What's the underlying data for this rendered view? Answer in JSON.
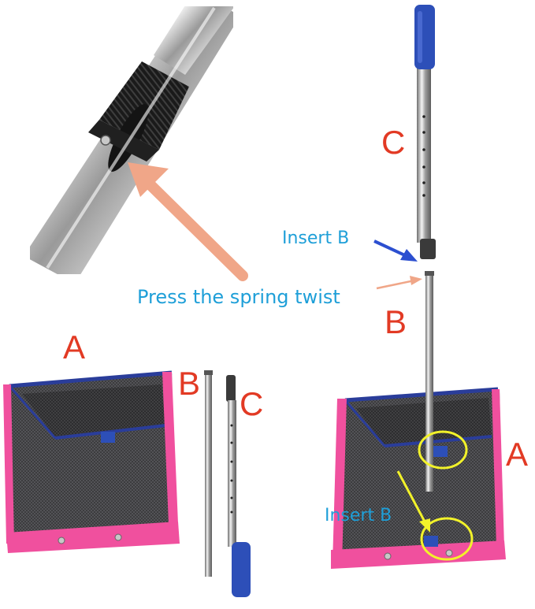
{
  "colors": {
    "label_red": "#e23a24",
    "label_blue": "#1e9fd8",
    "frame_pink": "#f0509e",
    "frame_blue": "#2a3d9a",
    "grip_blue": "#2d4fb8",
    "callout_yellow": "#f2f22a",
    "arrow_salmon": "#f0a688",
    "arrow_blue": "#2c4fd0"
  },
  "labels": {
    "c_top": "C",
    "b_top": "B",
    "a_left": "A",
    "b_mid": "B",
    "c_mid": "C",
    "a_right": "A",
    "insert_top": "Insert B",
    "press": "Press the spring twist",
    "insert_bottom": "Insert B"
  },
  "icons": {
    "closeup": "spring-twist-lock-photo",
    "net": "ball-collector-net",
    "pole": "telescopic-pole"
  }
}
